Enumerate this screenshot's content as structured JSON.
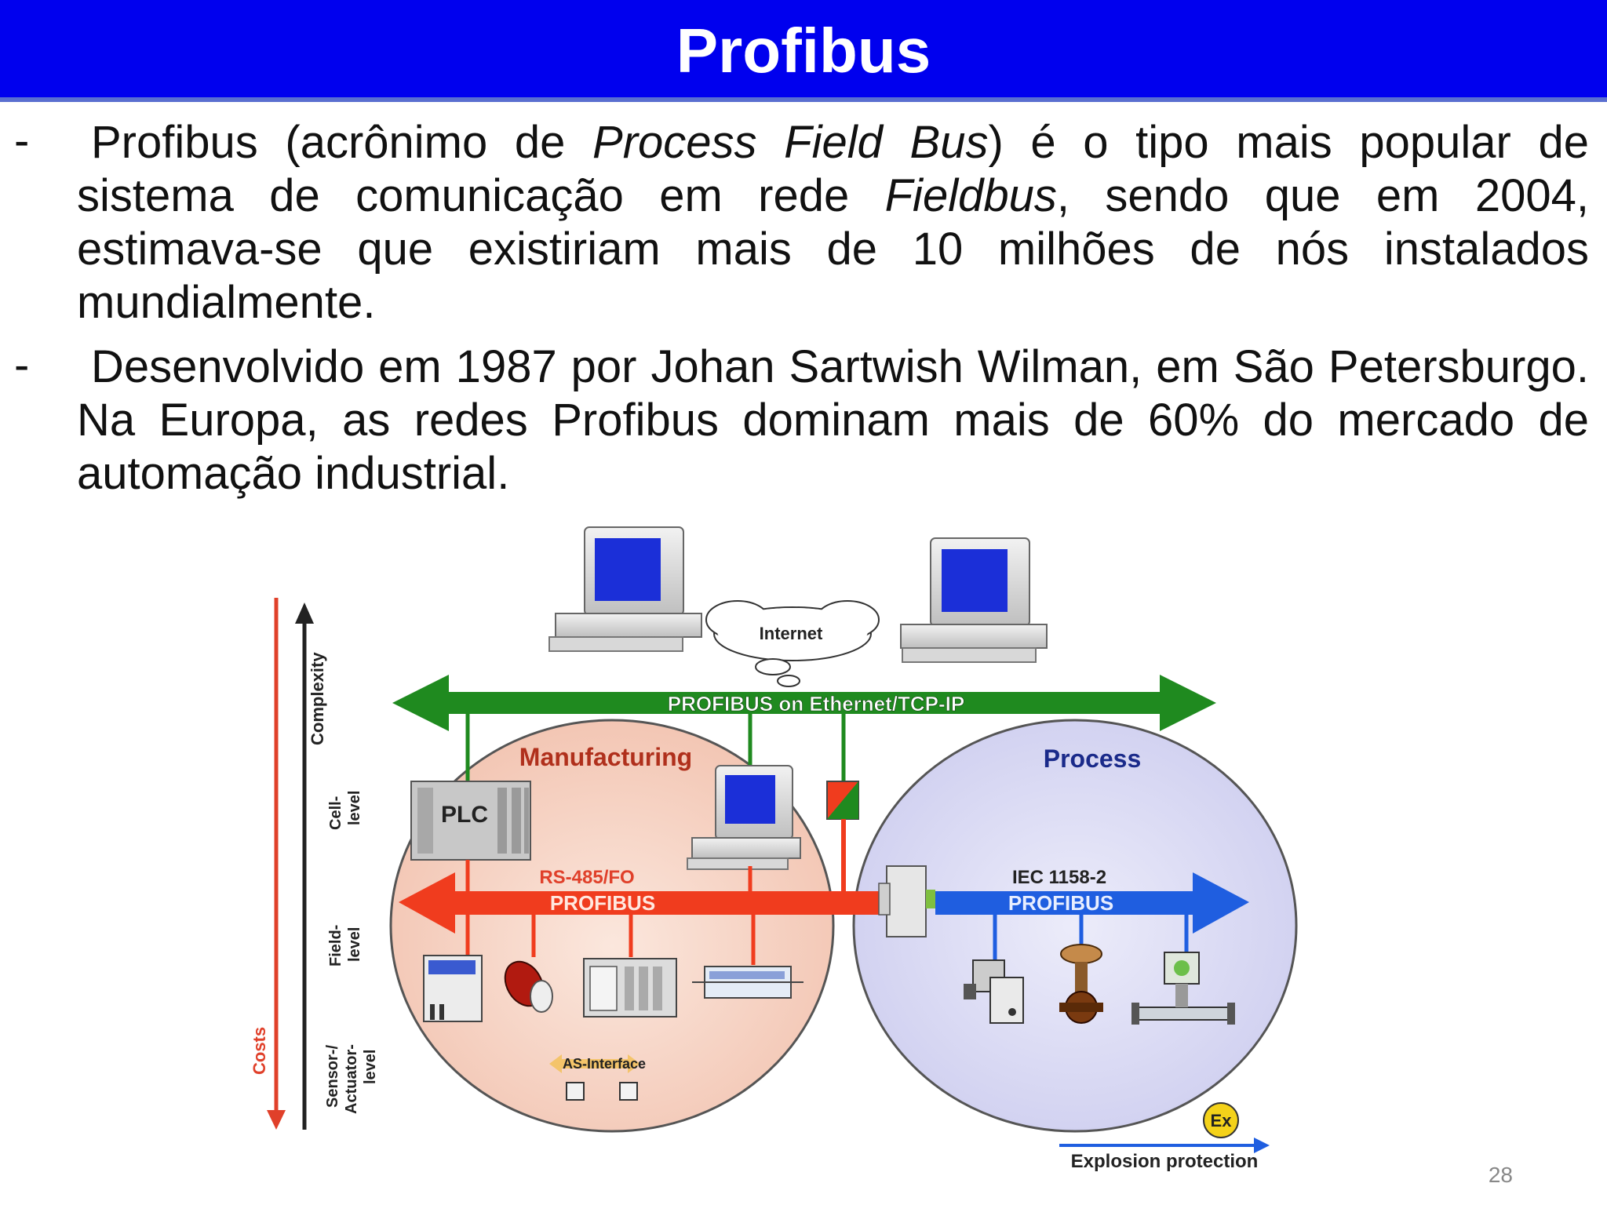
{
  "slide": {
    "title": "Profibus",
    "bullet_marker": "-",
    "page_number": "28"
  },
  "bullets": [
    {
      "lead": "Profibus (acrônimo de ",
      "em1": "Process Field Bus",
      "mid": ") é o tipo mais popular de sistema de comunicação em rede ",
      "em2": "Fieldbus",
      "tail": ", sendo que em 2004, estimava-se que existiriam mais de 10 milhões de nós instalados mundialmente."
    },
    {
      "text": "Desenvolvido em 1987 por Johan Sartwish Wilman, em São Petersburgo. Na Europa, as redes Profibus dominam mais de 60% do mercado de automação industrial."
    }
  ],
  "diagram": {
    "internet_label": "Internet",
    "ethernet_label": "PROFIBUS on Ethernet/TCP-IP",
    "manufacturing_label": "Manufacturing",
    "process_label": "Process",
    "plc_label": "PLC",
    "rs485_label": "RS-485/FO",
    "profibus_dp_label": "PROFIBUS",
    "iec_label": "IEC 1158-2",
    "profibus_pa_label": "PROFIBUS",
    "asi_label": "AS-Interface",
    "complexity_label": "Complexity",
    "costs_label": "Costs",
    "cell_level_label": [
      "Cell-",
      "level"
    ],
    "field_level_label": [
      "Field-",
      "level"
    ],
    "sensor_level_label": [
      "Sensor-/",
      "Actuator-",
      "level"
    ],
    "ex_label": "Ex",
    "explosion_label": "Explosion protection",
    "colors": {
      "ethernet_green": "#1f8a1f",
      "dp_red": "#f03c1e",
      "pa_blue": "#1f5ee0",
      "manufacturing_fill": "#f6d3c4",
      "process_fill": "#dcdcf4"
    }
  }
}
